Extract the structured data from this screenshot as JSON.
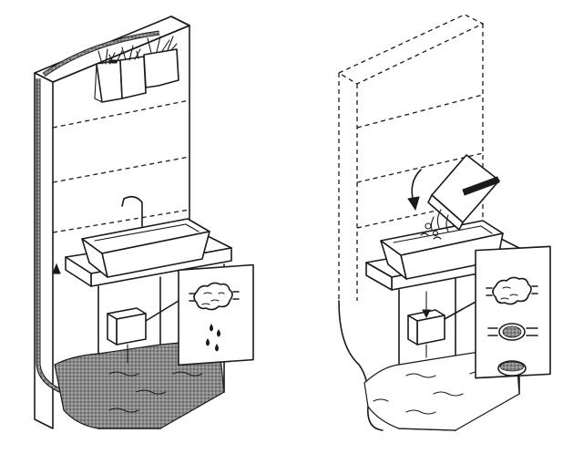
{
  "watermark": {
    "text": "",
    "color": "#b8b8b8"
  },
  "colors": {
    "ink": "#1a1a1a",
    "paper": "#ffffff",
    "wastewater": "#7a7a7a"
  },
  "panels": [
    {
      "name": "greywater-system-in-use",
      "shows": [
        "wall-panel",
        "plant-pots",
        "sink",
        "filter-callout",
        "drip-tank"
      ]
    },
    {
      "name": "filter-cleaning-step",
      "shows": [
        "dashed-wall-panel",
        "sink",
        "filter-callout-stages",
        "tank"
      ]
    }
  ]
}
